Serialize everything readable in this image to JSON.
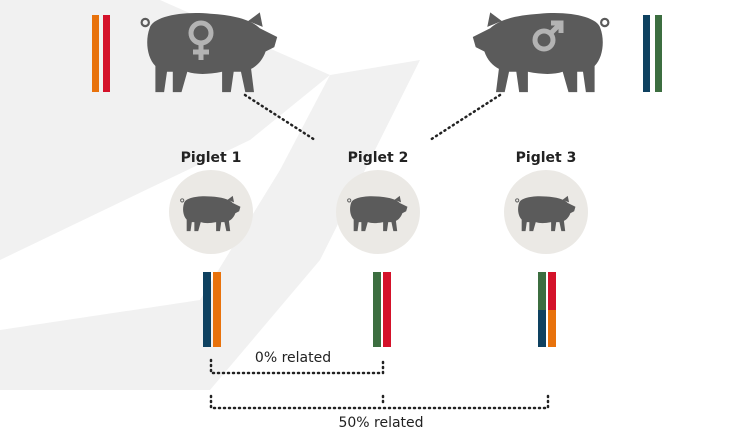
{
  "parents": {
    "female": {
      "symbol": "female-symbol-icon",
      "chromosome_colors": [
        "#e8720c",
        "#d4122a"
      ]
    },
    "male": {
      "symbol": "male-symbol-icon",
      "chromosome_colors": [
        "#0e4160",
        "#3c6e40"
      ]
    }
  },
  "piglets": [
    {
      "label": "Piglet 1",
      "chromosome_colors": [
        "#0e4160",
        "#e8720c"
      ]
    },
    {
      "label": "Piglet 2",
      "chromosome_colors": [
        "#3c6e40",
        "#d4122a"
      ]
    },
    {
      "label": "Piglet 3",
      "chromosome_colors_top": [
        "#3c6e40",
        "#d4122a"
      ],
      "chromosome_colors_bottom": [
        "#0e4160",
        "#e8720c"
      ]
    }
  ],
  "relations": {
    "pair_1_2": "0% related",
    "pair_all": "50% related"
  },
  "colors": {
    "pig": "#5b5b5b",
    "circle": "#ebe9e5",
    "symbol": "#b3b3b3"
  }
}
